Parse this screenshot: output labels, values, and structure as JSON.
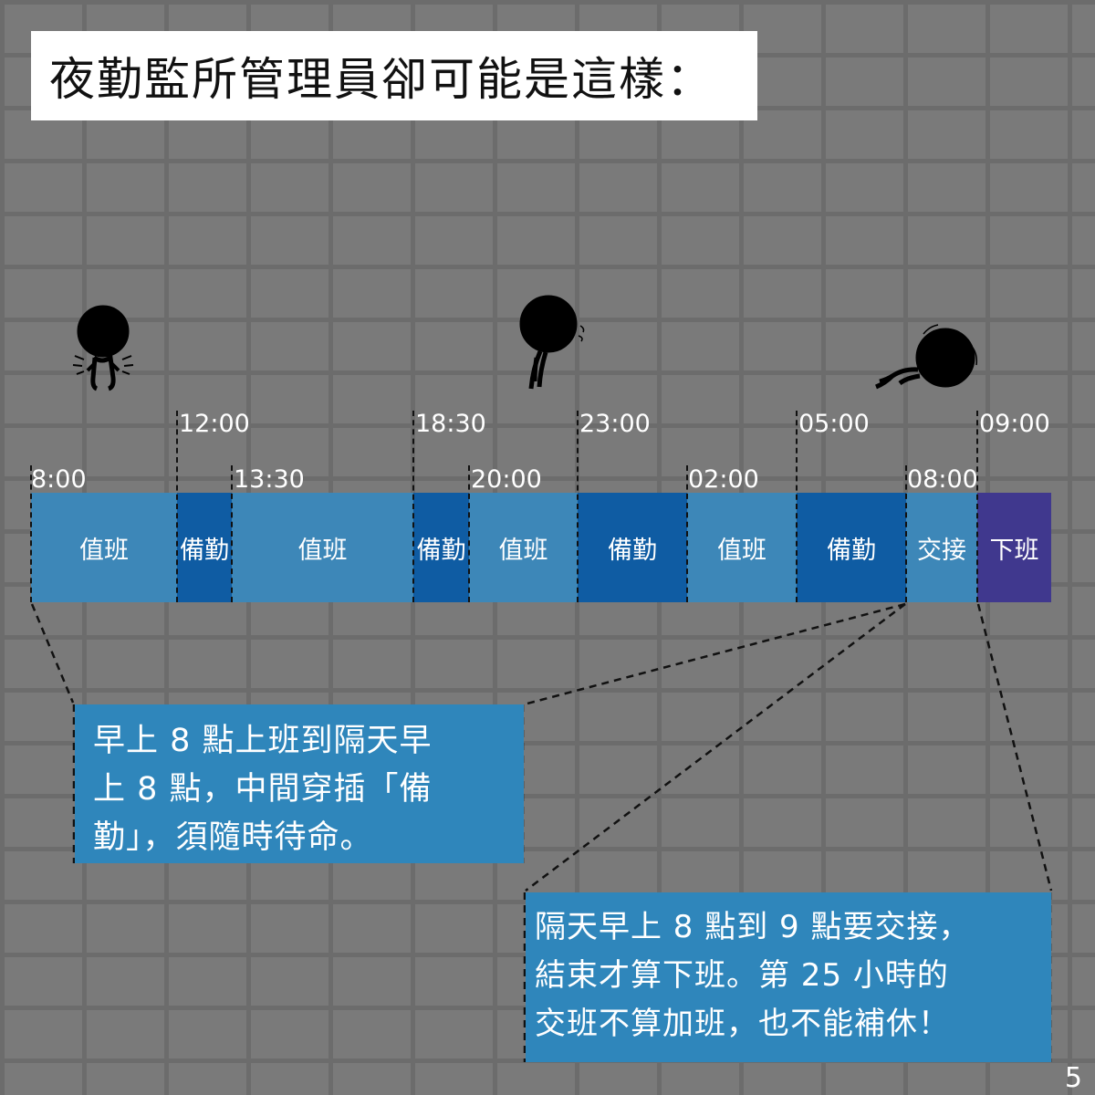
{
  "title": "夜勤監所管理員卻可能是這樣：",
  "timeline": {
    "segments": [
      {
        "label": "值班",
        "color": "#3d87b8"
      },
      {
        "label": "備勤",
        "color": "#0f5ca3"
      },
      {
        "label": "值班",
        "color": "#3d87b8"
      },
      {
        "label": "備勤",
        "color": "#0f5ca3"
      },
      {
        "label": "值班",
        "color": "#3d87b8"
      },
      {
        "label": "備勤",
        "color": "#0f5ca3"
      },
      {
        "label": "值班",
        "color": "#3d87b8"
      },
      {
        "label": "備勤",
        "color": "#0f5ca3"
      },
      {
        "label": "交接",
        "color": "#3d87b8"
      },
      {
        "label": "下班",
        "color": "#40388e"
      }
    ],
    "ticks_lower": [
      "8:00",
      "13:30",
      "20:00",
      "02:00",
      "08:00"
    ],
    "ticks_upper": [
      "12:00",
      "18:30",
      "23:00",
      "05:00",
      "09:00"
    ]
  },
  "note1": {
    "line1": "早上 8 點上班到隔天早",
    "line2": "上 8 點，中間穿插「備",
    "line3": "勤」，須隨時待命。"
  },
  "note2": {
    "line1": "隔天早上 8 點到 9 點要交接，",
    "line2": "結束才算下班。第 25 小時的",
    "line3": "交班不算加班，也不能補休！"
  },
  "page_number": "5",
  "icons": [
    "stick-figure-tense-icon",
    "stick-figure-tired-icon",
    "stick-figure-exhausted-icon"
  ]
}
